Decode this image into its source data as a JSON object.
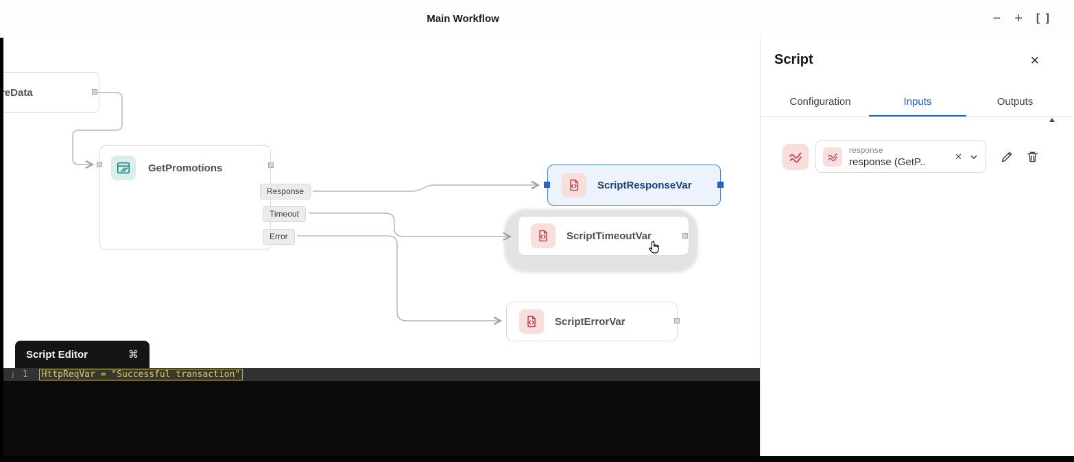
{
  "titlebar": {
    "title": "Main Workflow"
  },
  "window_controls": {
    "minimize": "−",
    "add": "+",
    "expand": "[ ]"
  },
  "canvas": {
    "partial_node": {
      "label": "reData"
    },
    "get_promotions": {
      "label": "GetPromotions",
      "ports": {
        "response": "Response",
        "timeout": "Timeout",
        "error": "Error"
      }
    },
    "response_var": {
      "label": "ScriptResponseVar"
    },
    "timeout_var": {
      "label": "ScriptTimeoutVar"
    },
    "error_var": {
      "label": "ScriptErrorVar"
    }
  },
  "script_editor": {
    "title": "Script Editor",
    "shortcut": "⌘",
    "gutter_info": "i",
    "line_number": "1",
    "code_line": "HttpReqVar = \"Successful transaction\""
  },
  "panel": {
    "title": "Script",
    "close_glyph": "✕",
    "tabs": {
      "configuration": "Configuration",
      "inputs": "Inputs",
      "outputs": "Outputs"
    },
    "input_field": {
      "label": "response",
      "value": "response (GetP..",
      "clear_glyph": "✕"
    }
  },
  "colors": {
    "accent_blue": "#1b5bd7",
    "selected_node_border": "#4b80dd",
    "selected_node_bg": "#ecf3fd",
    "pink_icon_bg": "#f9dede",
    "pink_icon_fg": "#c2454f",
    "teal_icon_bg": "#d9efeb",
    "teal_icon_fg": "#20867c",
    "edge_gray": "#b5b5b5",
    "code_yellow": "#d3cd6b"
  }
}
